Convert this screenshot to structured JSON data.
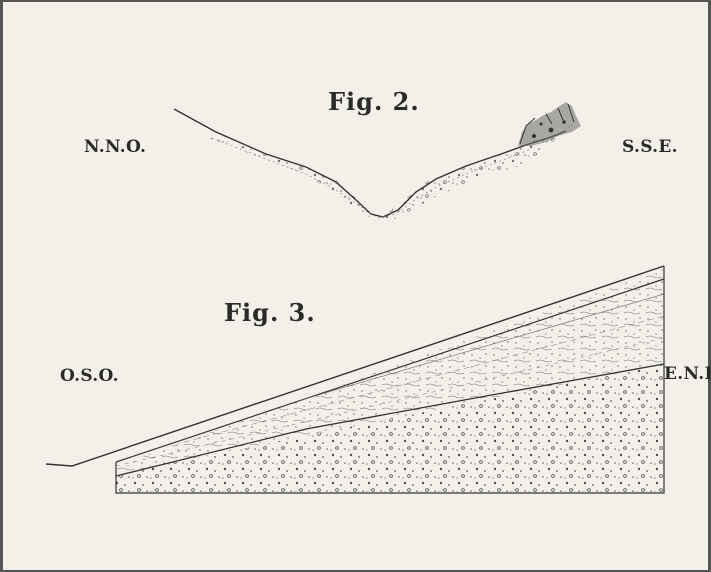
{
  "figures": [
    {
      "title": "Fig. 2.",
      "left_direction": "N.N.O.",
      "right_direction": "S.S.E."
    },
    {
      "title": "Fig. 3.",
      "left_direction": "O.S.O.",
      "right_direction": "E.N.E."
    }
  ]
}
